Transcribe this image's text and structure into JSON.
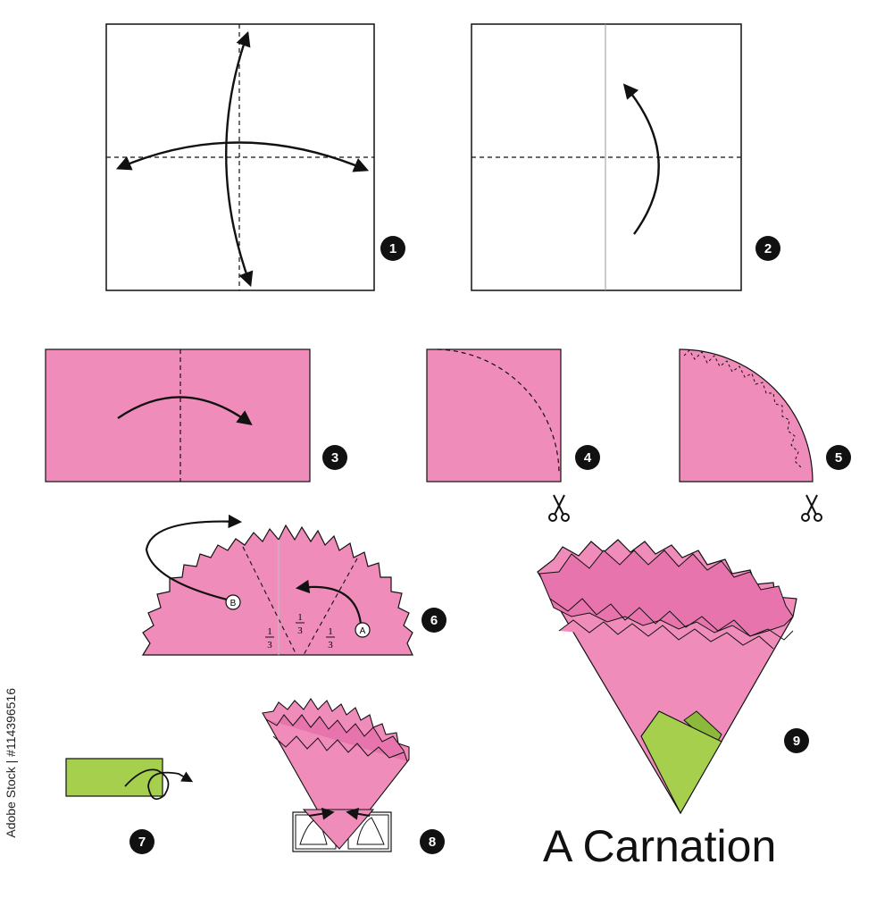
{
  "title": "A Carnation",
  "stock_id": "Adobe Stock | #114396516",
  "steps": [
    {
      "number": "1"
    },
    {
      "number": "2"
    },
    {
      "number": "3"
    },
    {
      "number": "4"
    },
    {
      "number": "5"
    },
    {
      "number": "6"
    },
    {
      "number": "7"
    },
    {
      "number": "8"
    },
    {
      "number": "9"
    }
  ],
  "step6": {
    "fraction_num": "1",
    "fraction_den": "3",
    "label_a": "A",
    "label_b": "B"
  },
  "colors": {
    "paper_pink": "#f08cba",
    "petal_dark": "#e874ae",
    "leaf_green": "#a6cf4e",
    "leaf_dark": "#8cb83c",
    "outline": "#111111"
  },
  "icons": [
    "scissors-icon",
    "fold-arrow-icon"
  ]
}
